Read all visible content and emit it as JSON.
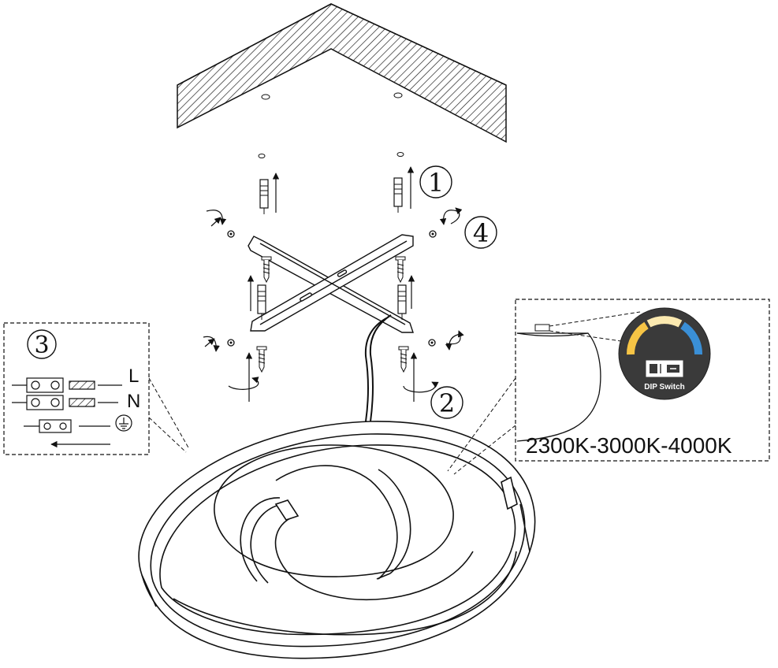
{
  "steps": [
    "1",
    "2",
    "3",
    "4"
  ],
  "wiring": {
    "live_label": "L",
    "neutral_label": "N"
  },
  "dip": {
    "switch_label": "DIP Switch",
    "color_temps": "2300K-3000K-4000K"
  },
  "colors": {
    "line": "#111111",
    "badge_bg": "#3a3a3a",
    "warm": "#f6c445",
    "neutral": "#fbe9b0",
    "cool": "#3a8fd6"
  }
}
